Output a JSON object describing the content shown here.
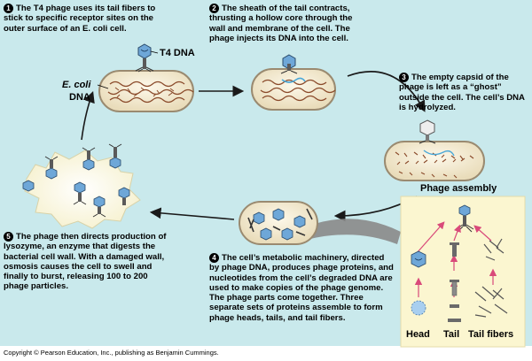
{
  "steps": [
    {
      "num": "1",
      "text": "The T4 phage uses its tail fibers to stick to specific receptor sites on the outer surface of an E. coli cell."
    },
    {
      "num": "2",
      "text": "The sheath of the tail contracts, thrusting a hollow core through the wall and membrane of the cell. The phage injects its DNA into the cell."
    },
    {
      "num": "3",
      "text": "The empty capsid of the phage is left as a “ghost” outside the cell. The cell’s DNA is hydrolyzed."
    },
    {
      "num": "4",
      "text": "The cell’s metabolic machinery, directed by phage DNA, produces phage proteins, and nucleotides from the cell’s degraded DNA are used to make copies of the phage genome. The phage parts come together. Three separate sets of proteins assemble to form phage heads, tails, and tail fibers."
    },
    {
      "num": "5",
      "text": "The phage then directs production of lysozyme, an enzyme that digests the bacterial cell wall. With a damaged wall, osmosis causes the cell to swell and finally to burst, releasing 100 to 200 phage particles."
    }
  ],
  "labels": {
    "t4_dna": "T4 DNA",
    "ecoli_1": "E. coli",
    "ecoli_2": "DNA",
    "phage_assembly": "Phage assembly",
    "head": "Head",
    "tail": "Tail",
    "tail_fibers": "Tail fibers"
  },
  "copyright": "Copyright © Pearson Education, Inc., publishing as Benjamin Cummings.",
  "colors": {
    "background": "#c9e9ec",
    "cell_fill": "#f4ecd6",
    "cell_outline": "#9a8a70",
    "dna": "#8a4a2a",
    "phage_head": "#6ea7d8",
    "arrow": "#1a1a1a",
    "assembly_panel": "#fbf6d0",
    "assembly_arrow": "#d94a7a",
    "gray_arrow": "#8a8a8a"
  }
}
